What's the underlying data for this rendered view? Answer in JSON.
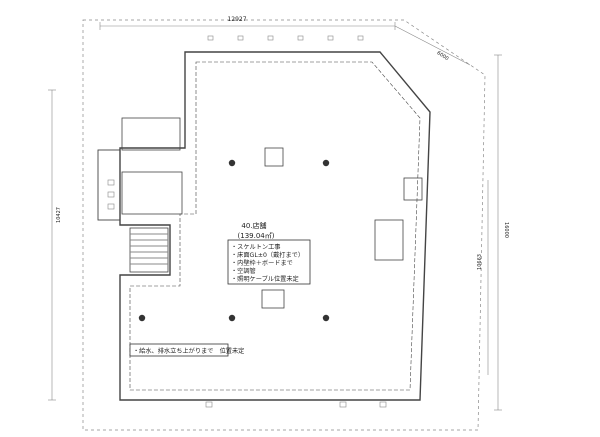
{
  "dimensions": {
    "top": "12927",
    "top_right": "6000",
    "left": "10427",
    "right_upper": "16000",
    "right_lower": "10663"
  },
  "room": {
    "name": "40.店舗",
    "area": "(139.04㎡)"
  },
  "spec_notes": [
    "・スケルトン工事",
    "・床面GL±0（戴打まで）",
    "・内壁枠＋ボードまで",
    "・空調管",
    "・照明ケーブル位置未定"
  ],
  "water_note": "・給水、排水立ち上がりまで　位置未定"
}
